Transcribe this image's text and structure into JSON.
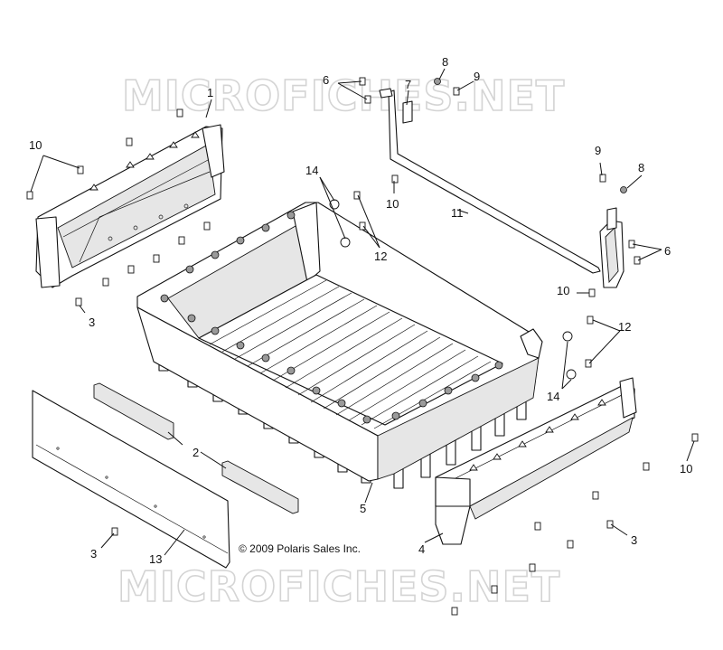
{
  "watermark": "MICROFICHES.NET",
  "copyright": "© 2009 Polaris Sales Inc.",
  "callouts": {
    "c1": "1",
    "c2": "2",
    "c3a": "3",
    "c3b": "3",
    "c3c": "3",
    "c4": "4",
    "c5": "5",
    "c6a": "6",
    "c6b": "6",
    "c7": "7",
    "c8a": "8",
    "c8b": "8",
    "c9a": "9",
    "c9b": "9",
    "c10a": "10",
    "c10b": "10",
    "c10c": "10",
    "c10d": "10",
    "c11": "11",
    "c12a": "12",
    "c12b": "12",
    "c13": "13",
    "c14a": "14",
    "c14b": "14"
  }
}
